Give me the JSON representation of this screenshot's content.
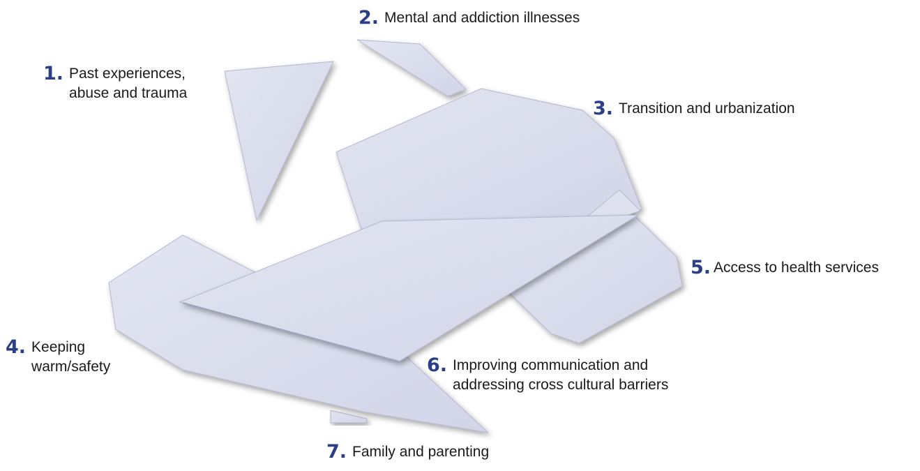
{
  "colors": {
    "shape_fill": "#d6d9ea",
    "shape_fill_light": "#e4e6f1",
    "shape_edge": "#b4b8cf",
    "shadow": "#7c7f93",
    "number": "#2b3f86",
    "text": "#1a1a1a"
  },
  "items": [
    {
      "number": "1.",
      "lines": [
        "Past experiences,",
        "abuse and trauma"
      ]
    },
    {
      "number": "2.",
      "lines": [
        "Mental and addiction illnesses"
      ]
    },
    {
      "number": "3.",
      "lines": [
        "Transition and urbanization"
      ]
    },
    {
      "number": "4.",
      "lines": [
        "Keeping",
        "warm/safety"
      ]
    },
    {
      "number": "5.",
      "lines": [
        "Access to health services"
      ]
    },
    {
      "number": "6.",
      "lines": [
        "Improving communication and",
        "addressing cross cultural barriers"
      ]
    },
    {
      "number": "7.",
      "lines": [
        "Family and parenting"
      ]
    }
  ]
}
